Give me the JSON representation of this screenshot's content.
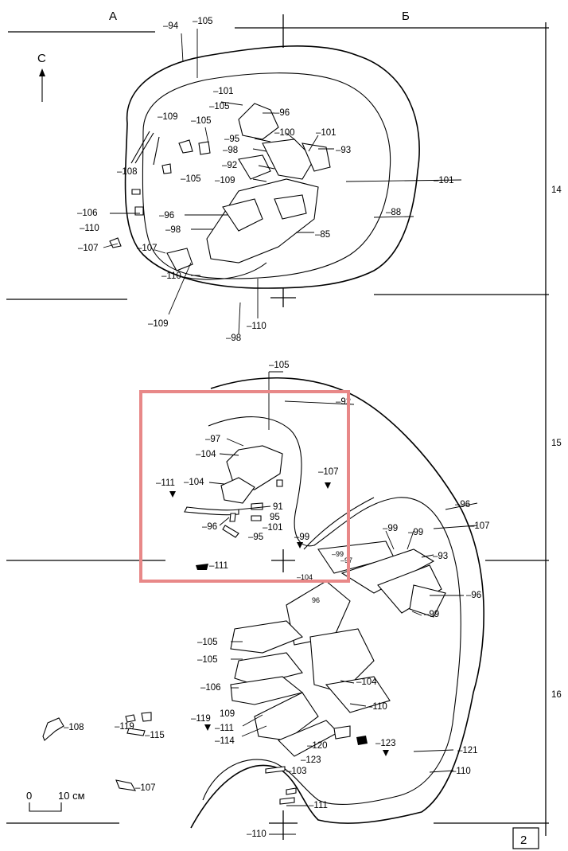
{
  "columns": {
    "left": "А",
    "right": "Б"
  },
  "rows": {
    "r14": "14",
    "r15": "15",
    "r16": "16"
  },
  "north": "С",
  "scale": {
    "zero": "0",
    "value": "10 см"
  },
  "figure_number": "2",
  "highlight_color": "#e88888",
  "labels": {
    "u1": "–94",
    "u2": "–105",
    "u3": "–101",
    "u4": "–105",
    "u5": "–96",
    "u6": "–109",
    "u7": "–105",
    "u8": "–100",
    "u9": "–101",
    "u10": "–95",
    "u11": "–93",
    "u12": "–98",
    "u13": "–108",
    "u14": "–105",
    "u15": "–92",
    "u16": "–109",
    "u17": "–101",
    "u18": "–106",
    "u19": "–88",
    "u20": "–110",
    "u21": "–96",
    "u22": "–98",
    "u23": "–85",
    "u24": "–107",
    "u25": "–107",
    "u26": "–110",
    "u27": "–109",
    "u28": "–110",
    "u29": "–98",
    "m1": "–105",
    "m2": "–92",
    "m3": "–97",
    "m4": "–104",
    "m5": "–107",
    "m6": "–111",
    "m7": "–104",
    "m8": "91",
    "m9": "–96",
    "m10": "95",
    "m11": "–101",
    "m12": "–95",
    "m13": "–99",
    "m14": "–96",
    "m15": "–107",
    "m16": "–99",
    "m17": "–99",
    "m18": "–93",
    "m19": "–99",
    "m20": "–97",
    "m21": "–111",
    "m22": "–104",
    "m23": "96",
    "m24": "–96",
    "m25": "–99",
    "l1": "–105",
    "l2": "–105",
    "l3": "–104",
    "l4": "–106",
    "l5": "–110",
    "l6": "–119",
    "l7": "109",
    "l8": "–111",
    "l9": "–114",
    "l10": "–108",
    "l11": "–119",
    "l12": "–115",
    "l13": "–120",
    "l14": "–123",
    "l15": "–123",
    "l16": "–121",
    "l17": "–103",
    "l18": "–110",
    "l19": "–107",
    "l20": "–111",
    "l21": "–110"
  }
}
